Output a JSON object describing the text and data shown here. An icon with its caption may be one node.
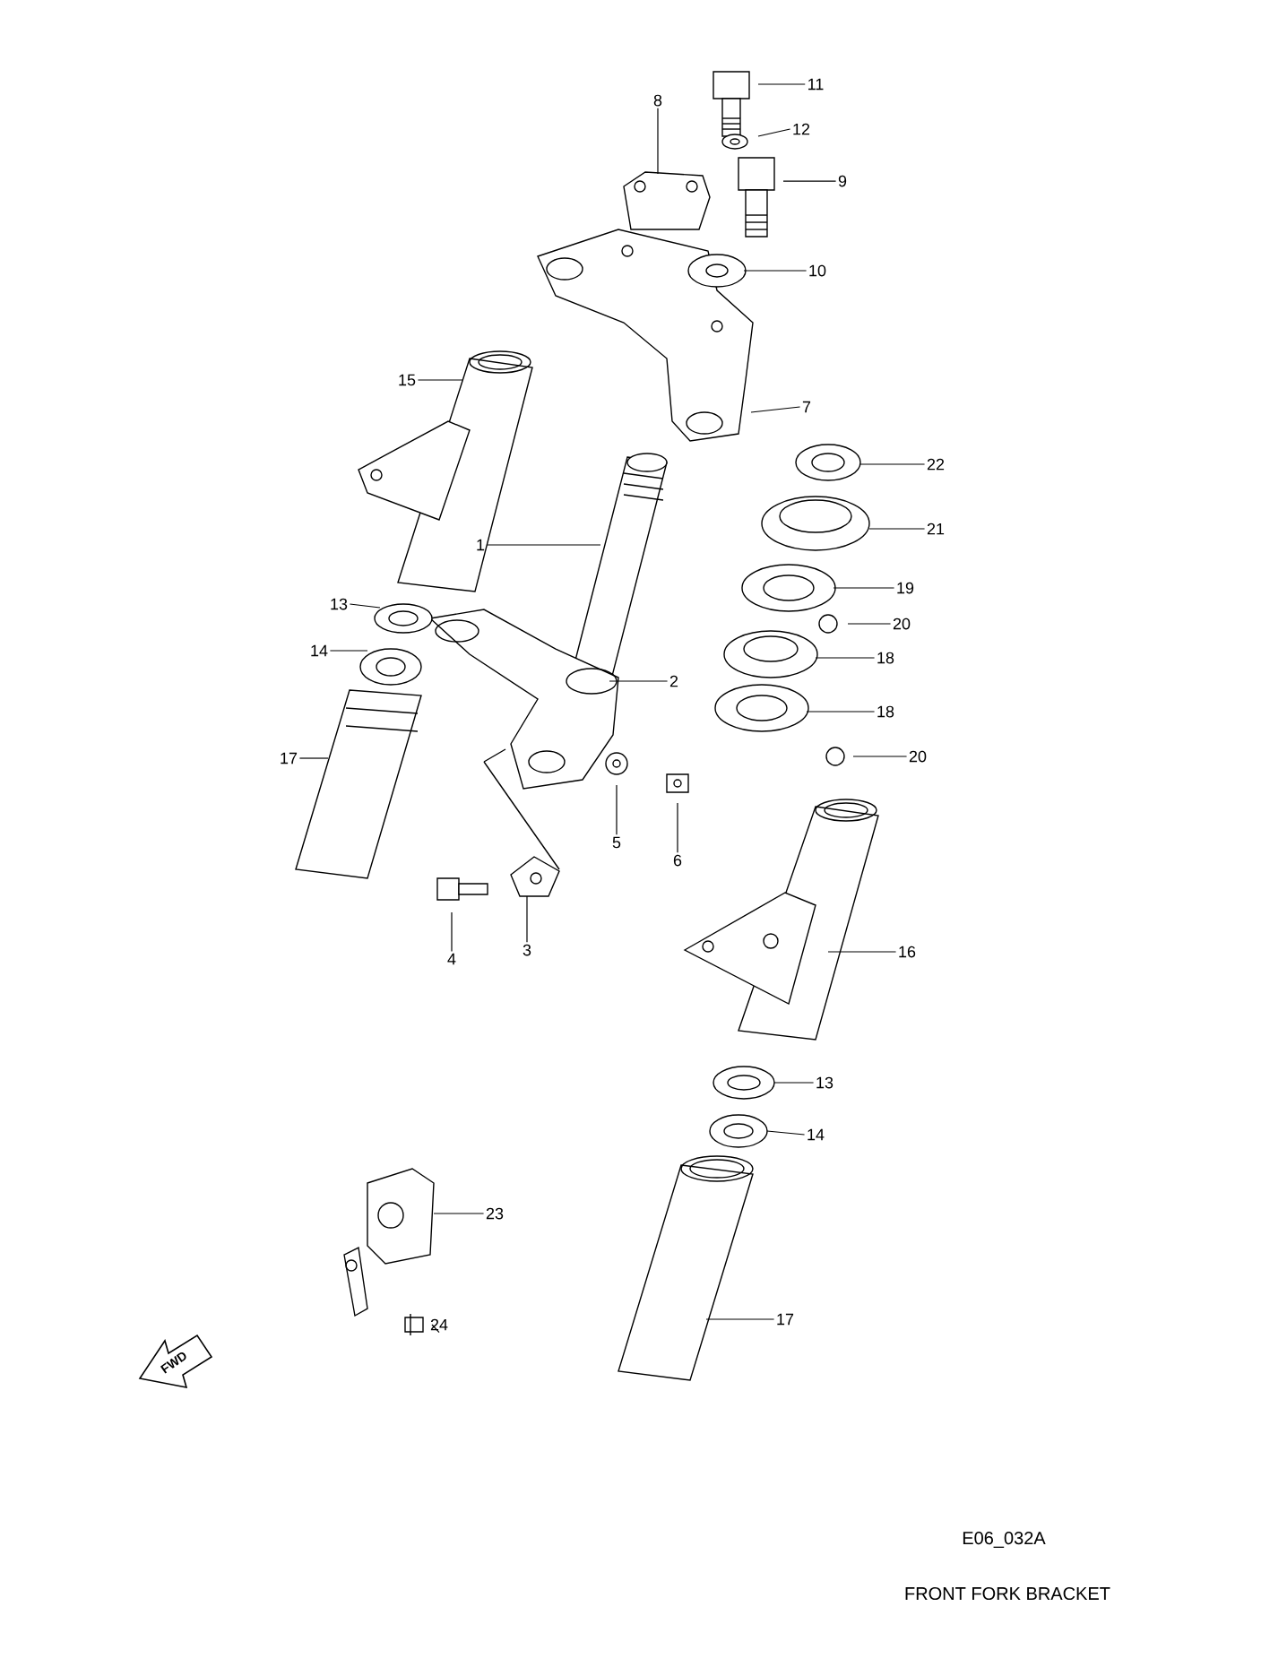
{
  "diagram": {
    "nodes": [
      {
        "text": [
          "11"
        ]
      },
      {
        "text": [
          "8"
        ]
      },
      {
        "text": [
          "12"
        ]
      },
      {
        "text": [
          "9"
        ]
      },
      {
        "text": [
          "10"
        ]
      },
      {
        "text": [
          "15"
        ]
      },
      {
        "text": [
          "7"
        ]
      },
      {
        "text": [
          "22"
        ]
      },
      {
        "text": [
          "21"
        ]
      },
      {
        "text": [
          "1"
        ]
      },
      {
        "text": [
          "19"
        ]
      },
      {
        "text": [
          "13"
        ]
      },
      {
        "text": [
          "20"
        ]
      },
      {
        "text": [
          "14"
        ]
      },
      {
        "text": [
          "18"
        ]
      },
      {
        "text": [
          "2"
        ]
      },
      {
        "text": [
          "18"
        ]
      },
      {
        "text": [
          "17"
        ]
      },
      {
        "text": [
          "20"
        ]
      },
      {
        "text": [
          "5"
        ]
      },
      {
        "text": [
          "6"
        ]
      },
      {
        "text": [
          "3"
        ]
      },
      {
        "text": [
          "4"
        ]
      },
      {
        "text": [
          "16"
        ]
      },
      {
        "text": [
          "13"
        ]
      },
      {
        "text": [
          "14"
        ]
      },
      {
        "text": [
          "23"
        ]
      },
      {
        "text": [
          "17"
        ]
      },
      {
        "text": [
          "24"
        ]
      }
    ],
    "edges": [
      {
        "from": 0,
        "to": null,
        "arrow": "none"
      },
      {
        "from": 1,
        "to": null,
        "arrow": "none"
      },
      {
        "from": 2,
        "to": null,
        "arrow": "none"
      },
      {
        "from": 3,
        "to": null,
        "arrow": "none"
      },
      {
        "from": 4,
        "to": null,
        "arrow": "none"
      },
      {
        "from": 5,
        "to": null,
        "arrow": "none"
      },
      {
        "from": 6,
        "to": null,
        "arrow": "none"
      },
      {
        "from": 7,
        "to": null,
        "arrow": "none"
      },
      {
        "from": 8,
        "to": null,
        "arrow": "none"
      },
      {
        "from": 9,
        "to": null,
        "arrow": "none"
      },
      {
        "from": 10,
        "to": null,
        "arrow": "none"
      },
      {
        "from": 11,
        "to": null,
        "arrow": "none"
      },
      {
        "from": 12,
        "to": null,
        "arrow": "none"
      },
      {
        "from": 13,
        "to": null,
        "arrow": "none"
      },
      {
        "from": 14,
        "to": null,
        "arrow": "none"
      },
      {
        "from": 15,
        "to": null,
        "arrow": "none"
      },
      {
        "from": 16,
        "to": null,
        "arrow": "none"
      },
      {
        "from": 17,
        "to": null,
        "arrow": "none"
      },
      {
        "from": 18,
        "to": null,
        "arrow": "none"
      },
      {
        "from": 19,
        "to": null,
        "arrow": "none"
      },
      {
        "from": 20,
        "to": null,
        "arrow": "none"
      },
      {
        "from": 21,
        "to": null,
        "arrow": "none"
      },
      {
        "from": 22,
        "to": null,
        "arrow": "none"
      },
      {
        "from": 23,
        "to": null,
        "arrow": "none"
      },
      {
        "from": 24,
        "to": null,
        "arrow": "none"
      },
      {
        "from": 25,
        "to": null,
        "arrow": "none"
      },
      {
        "from": 26,
        "to": null,
        "arrow": "none"
      },
      {
        "from": 27,
        "to": null,
        "arrow": "none"
      },
      {
        "from": 28,
        "to": null,
        "arrow": "none"
      }
    ],
    "labels": [
      "FWD",
      "E06_032A",
      "FRONT FORK BRACKET"
    ]
  }
}
